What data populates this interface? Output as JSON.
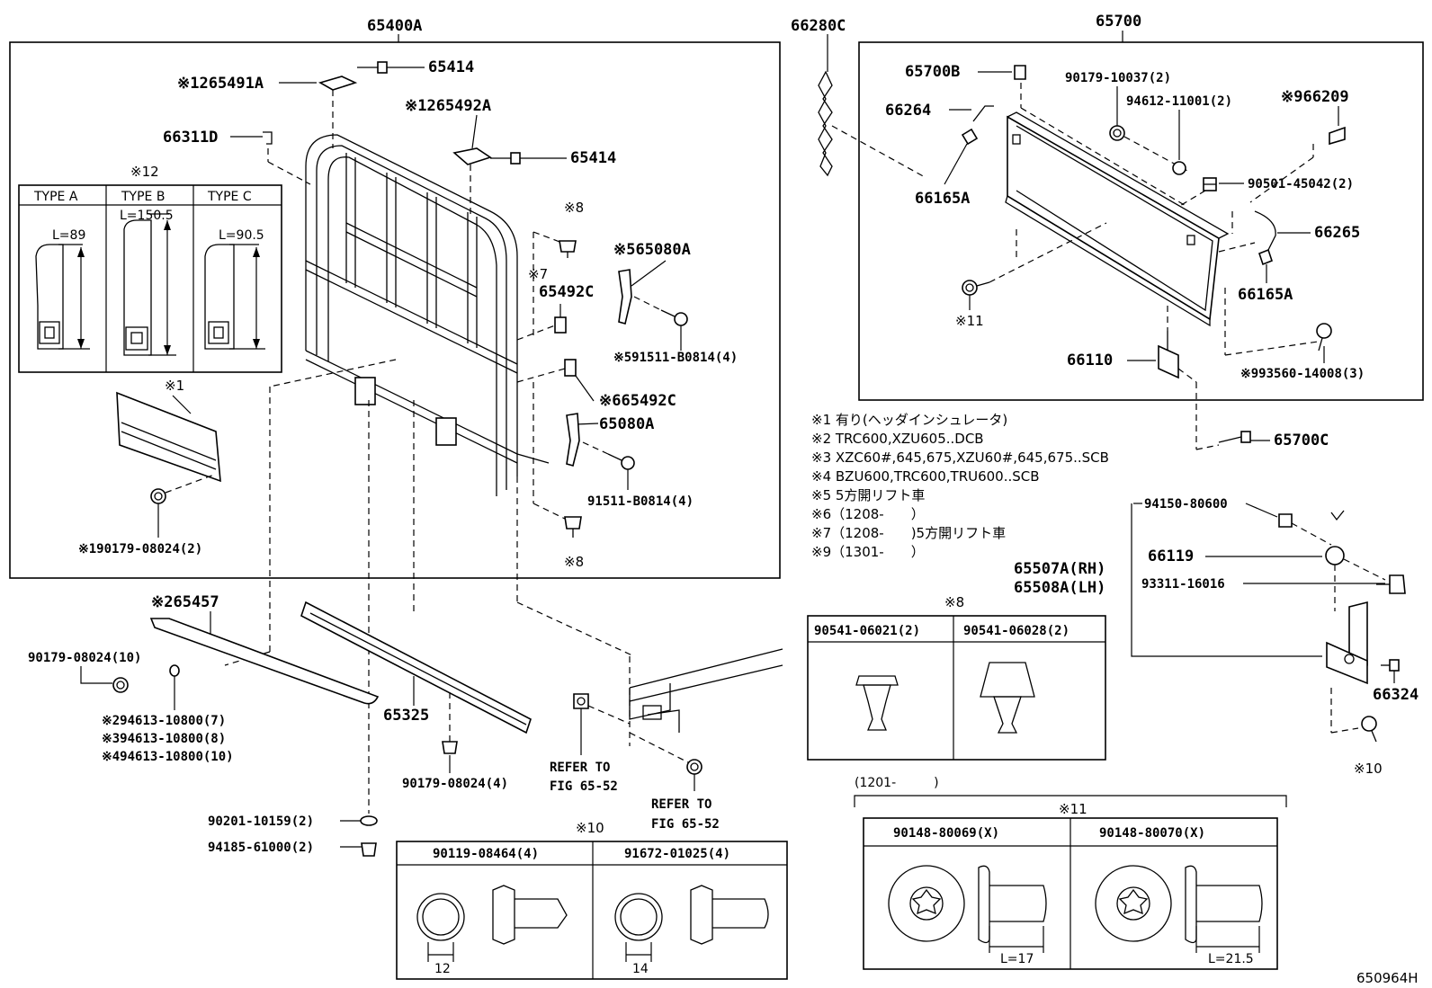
{
  "diagram_code": "650964H",
  "groups": {
    "left_box": "65400A",
    "right_box": "65700",
    "left_standalone": "66280C"
  },
  "left_labels": {
    "p65491A": "※1265491A",
    "p65414a": "65414",
    "p65492A": "※1265492A",
    "p65414b": "65414",
    "p66311D": "66311D",
    "p8a": "※8",
    "p7": "※7",
    "p65080A_5": "※565080A",
    "p65492C": "65492C",
    "p91511_5": "※591511-B0814(4)",
    "p65492C_6": "※665492C",
    "p65080A": "65080A",
    "p91511": "91511-B0814(4)",
    "p8b": "※8",
    "p1": "※1",
    "p90179_1": "※190179-08024(2)"
  },
  "type_table": {
    "note": "※12",
    "headers": [
      "TYPE A",
      "TYPE B",
      "TYPE C"
    ],
    "lengths": [
      "L=89",
      "L=150.5",
      "L=90.5"
    ]
  },
  "lower_labels": {
    "p65457": "※265457",
    "p90179_10": "90179-08024(10)",
    "p94613_2": "※294613-10800(7)",
    "p94613_3": "※394613-10800(8)",
    "p94613_4": "※494613-10800(10)",
    "p65325": "65325",
    "p90179_4": "90179-08024(4)",
    "p90201": "90201-10159(2)",
    "p94185": "94185-61000(2)",
    "refer1_a": "REFER TO",
    "refer1_b": "FIG 65-52",
    "refer2_a": "REFER TO",
    "refer2_b": "FIG 65-52"
  },
  "right_labels": {
    "p65700B": "65700B",
    "p90179_10037": "90179-10037(2)",
    "p94612": "94612-11001(2)",
    "p66209": "※966209",
    "p66264": "66264",
    "p90501": "90501-45042(2)",
    "p66165A_a": "66165A",
    "p66265": "66265",
    "p66165A_b": "66165A",
    "p11": "※11",
    "p66110": "66110",
    "p993560": "※993560-14008(3)",
    "p65700C": "65700C"
  },
  "notes": [
    "※1 有り(ヘッダインシュレータ)",
    "※2 TRC600,XZU605..DCB",
    "※3 XZC60#,645,675,XZU60#,645,675..SCB",
    "※4 BZU600,TRC600,TRU600..SCB",
    "※5 5方開リフト車",
    "※6（1208-　　）",
    "※7（1208-　　)5方開リフト車",
    "※9（1301-　　）"
  ],
  "hinge_labels": {
    "p94150": "94150-80600",
    "p66119": "66119",
    "p65507A": "65507A(RH)",
    "p65508A": "65508A(LH)",
    "p93311": "93311-16016",
    "p66324": "66324",
    "p10": "※10"
  },
  "table8": {
    "note": "※8",
    "headers": [
      "90541-06021(2)",
      "90541-06028(2)"
    ]
  },
  "table10": {
    "note": "※10",
    "headers": [
      "90119-08464(4)",
      "91672-01025(4)"
    ],
    "dims": [
      "12",
      "14"
    ]
  },
  "table11": {
    "range": "(1201-　　　)",
    "note": "※11",
    "headers": [
      "90148-80069(X)",
      "90148-80070(X)"
    ],
    "dims": [
      "L=17",
      "L=21.5"
    ]
  }
}
